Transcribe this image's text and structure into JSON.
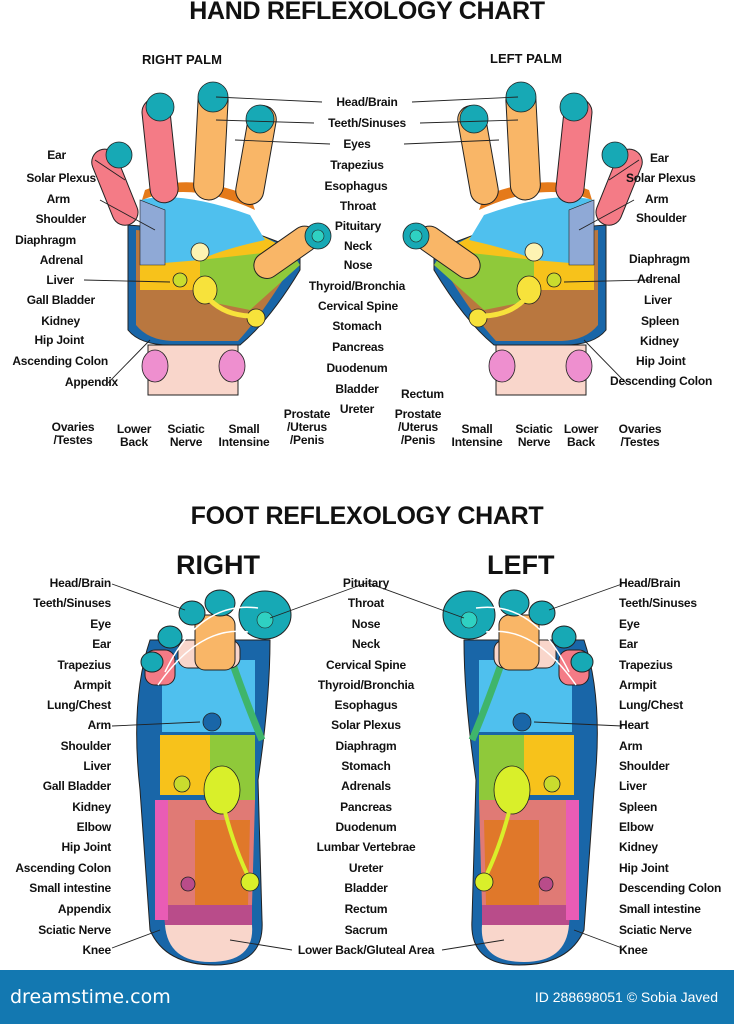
{
  "hand_chart": {
    "title": "HAND REFLEXOLOGY CHART",
    "right_palm_label": "RIGHT PALM",
    "left_palm_label": "LEFT PALM",
    "center_labels": [
      "Head/Brain",
      "Teeth/Sinuses",
      "Eyes",
      "Trapezius",
      "Esophagus",
      "Throat",
      "Pituitary",
      "Neck",
      "Nose",
      "Thyroid/Bronchia",
      "Cervical Spine",
      "Stomach",
      "Pancreas",
      "Duodenum",
      "Bladder",
      "Ureter"
    ],
    "right_side_labels": [
      "Ear",
      "Solar Plexus",
      "Arm",
      "Shoulder",
      "Diaphragm",
      "Adrenal",
      "Liver",
      "Gall Bladder",
      "Kidney",
      "Hip Joint",
      "Ascending Colon",
      "Appendix"
    ],
    "left_side_labels": [
      "Ear",
      "Solar Plexus",
      "Arm",
      "Shoulder",
      "Diaphragm",
      "Adrenal",
      "Liver",
      "Spleen",
      "Kidney",
      "Hip Joint",
      "Descending Colon"
    ],
    "rectum_label": "Rectum",
    "right_bottom_labels": [
      "Ovaries\n/Testes",
      "Lower\nBack",
      "Sciatic\nNerve",
      "Small\nIntensine",
      "Prostate\n/Uterus\n/Penis"
    ],
    "left_bottom_labels": [
      "Prostate\n/Uterus\n/Penis",
      "Small\nIntensine",
      "Sciatic\nNerve",
      "Lower\nBack",
      "Ovaries\n/Testes"
    ]
  },
  "foot_chart": {
    "title": "FOOT REFLEXOLOGY CHART",
    "right_label": "RIGHT",
    "left_label": "LEFT",
    "right_side_labels": [
      "Head/Brain",
      "Teeth/Sinuses",
      "Eye",
      "Ear",
      "Trapezius",
      "Armpit",
      "Lung/Chest",
      "Arm",
      "Shoulder",
      "Liver",
      "Gall Bladder",
      "Kidney",
      "Elbow",
      "Hip Joint",
      "Ascending Colon",
      "Small intestine",
      "Appendix",
      "Sciatic Nerve",
      "Knee"
    ],
    "center_labels": [
      "Pituitary",
      "Throat",
      "Nose",
      "Neck",
      "Cervical Spine",
      "Thyroid/Bronchia",
      "Esophagus",
      "Solar Plexus",
      "Diaphragm",
      "Stomach",
      "Adrenals",
      "Pancreas",
      "Duodenum",
      "Lumbar Vertebrae",
      "Ureter",
      "Bladder",
      "Rectum",
      "Sacrum",
      "Lower Back/Gluteal Area"
    ],
    "left_side_labels": [
      "Head/Brain",
      "Teeth/Sinuses",
      "Eye",
      "Ear",
      "Trapezius",
      "Armpit",
      "Lung/Chest",
      "Heart",
      "Arm",
      "Shoulder",
      "Liver",
      "Spleen",
      "Elbow",
      "Kidney",
      "Hip Joint",
      "Descending Colon",
      "Small intestine",
      "Sciatic Nerve",
      "Knee"
    ]
  },
  "footer": {
    "brand": "dreamstime.com",
    "credit": "ID 288698051 © Sobia Javed",
    "color": "#1378b1"
  },
  "colors": {
    "teal": "#17a9b5",
    "pink": "#f47b86",
    "orange_light": "#f9b667",
    "blue_light": "#4fc0ee",
    "yellow": "#f7c21b",
    "green": "#8fc93a",
    "brown": "#b9773f",
    "dark_blue": "#1966a8",
    "wrist": "#f9d6cb",
    "magenta": "#e95cb5"
  }
}
